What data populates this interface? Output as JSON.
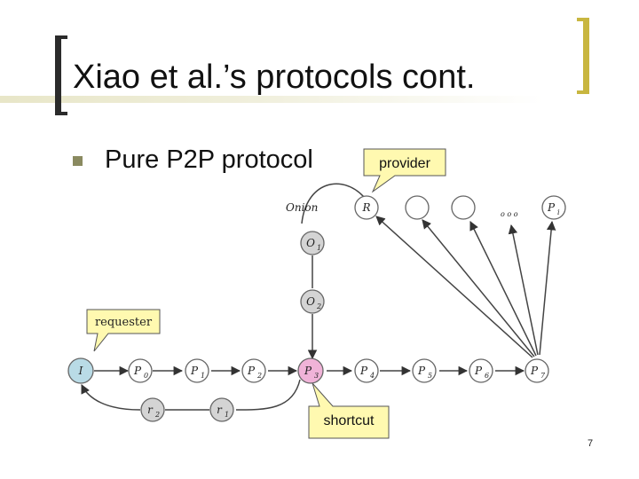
{
  "slide": {
    "title": "Xiao et al.’s protocols cont.",
    "bullet": "Pure P2P protocol",
    "page_number": "7"
  },
  "diagram": {
    "onion_label": "Onion",
    "dots_label": "o o o",
    "callouts": {
      "provider": "provider",
      "requester": "requester",
      "shortcut": "shortcut"
    },
    "nodes": {
      "R": {
        "main": "R",
        "sub": ""
      },
      "Pi": {
        "main": "P",
        "sub": "i"
      },
      "O1": {
        "main": "O",
        "sub": "1"
      },
      "O2": {
        "main": "O",
        "sub": "2"
      },
      "I": {
        "main": "I",
        "sub": ""
      },
      "P0": {
        "main": "P",
        "sub": "0"
      },
      "P1": {
        "main": "P",
        "sub": "1"
      },
      "P2": {
        "main": "P",
        "sub": "2"
      },
      "P3": {
        "main": "P",
        "sub": "3"
      },
      "P4": {
        "main": "P",
        "sub": "4"
      },
      "P5": {
        "main": "P",
        "sub": "5"
      },
      "P6": {
        "main": "P",
        "sub": "6"
      },
      "P7": {
        "main": "P",
        "sub": "7"
      },
      "r1": {
        "main": "r",
        "sub": "1"
      },
      "r2": {
        "main": "r",
        "sub": "2"
      }
    },
    "colors": {
      "node_fill": "#ffffff",
      "onion_node_fill": "#d4d4d4",
      "requester_fill": "#b9dbe6",
      "highlight_fill": "#f0b3d8",
      "callout_fill": "#fff9b0"
    }
  }
}
